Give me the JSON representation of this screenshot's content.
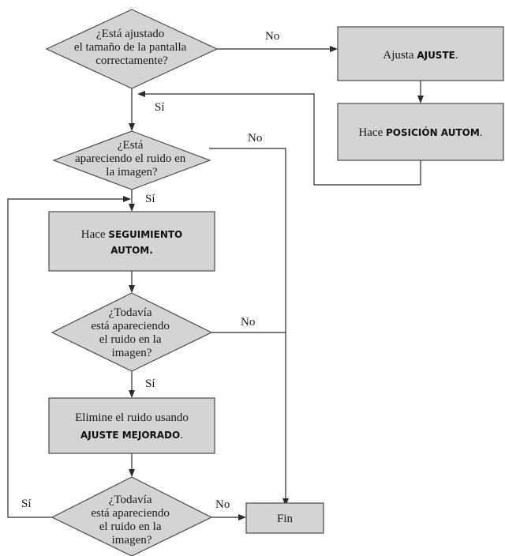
{
  "decisions": {
    "d1": [
      "¿Está ajustado",
      "el tamaño de la pantalla",
      "correctamente?"
    ],
    "d2": [
      "¿Está",
      "apareciendo el ruido en",
      "la imagen?"
    ],
    "d3": [
      "¿Todavía",
      "está apareciendo",
      "el ruido en la",
      "imagen?"
    ],
    "d4": [
      "¿Todavía",
      "está apareciendo",
      "el ruido en la",
      "imagen?"
    ]
  },
  "processes": {
    "p1": {
      "text": "Ajusta ",
      "bold": "AJUSTE",
      "end": "."
    },
    "p2": {
      "text": "Hace ",
      "bold": "POSICIÓN AUTOM",
      "end": "."
    },
    "p3": {
      "text": "Hace ",
      "bold1": "SEGUIMIENTO",
      "bold2": "AUTOM."
    },
    "p4": {
      "line1": "Elimine el ruido usando",
      "bold": "AJUSTE MEJORADO",
      "end": "."
    },
    "end": "Fin"
  },
  "labels": {
    "yes": "Sí",
    "no": "No"
  },
  "colors": {
    "fill": "#d4d4d4",
    "stroke": "#4a4a4a"
  }
}
